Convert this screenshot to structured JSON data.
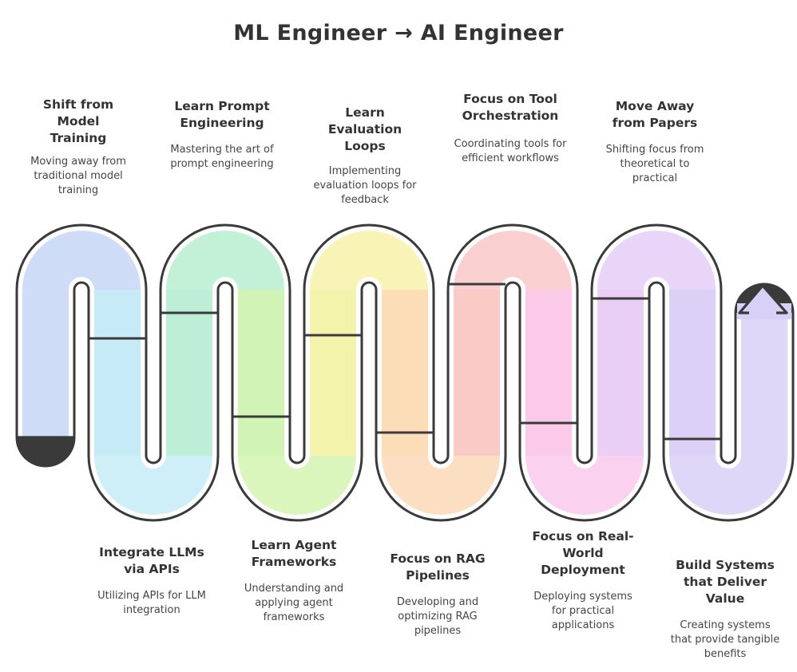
{
  "title": "ML Engineer → AI Engineer",
  "steps_top": [
    {
      "title": "Shift from Model Training",
      "desc": "Moving away from traditional model training",
      "color": "#c7d6f7"
    },
    {
      "title": "Learn Prompt Engineering",
      "desc": "Mastering the art of prompt engineering",
      "color": "#b8efd0"
    },
    {
      "title": "Learn Evaluation Loops",
      "desc": "Implementing evaluation loops for feedback",
      "color": "#f7f2a8"
    },
    {
      "title": "Focus on Tool Orchestration",
      "desc": "Coordinating tools for efficient workflows",
      "color": "#f9c7c7"
    },
    {
      "title": "Move Away from Papers",
      "desc": "Shifting focus from theoretical to practical",
      "color": "#e5cef7"
    }
  ],
  "steps_bottom": [
    {
      "title": "Integrate LLMs via APIs",
      "desc": "Utilizing APIs for LLM integration",
      "color": "#c6ecf7"
    },
    {
      "title": "Learn Agent Frameworks",
      "desc": "Understanding and applying agent frameworks",
      "color": "#d4f5b0"
    },
    {
      "title": "Focus on RAG Pipelines",
      "desc": "Developing and optimizing RAG pipelines",
      "color": "#fbd8b8"
    },
    {
      "title": "Focus on Real-World Deployment",
      "desc": "Deploying systems for practical applications",
      "color": "#f9c9ec"
    },
    {
      "title": "Build Systems that Deliver Value",
      "desc": "Creating systems that provide tangible benefits",
      "color": "#d8d0f7"
    }
  ]
}
